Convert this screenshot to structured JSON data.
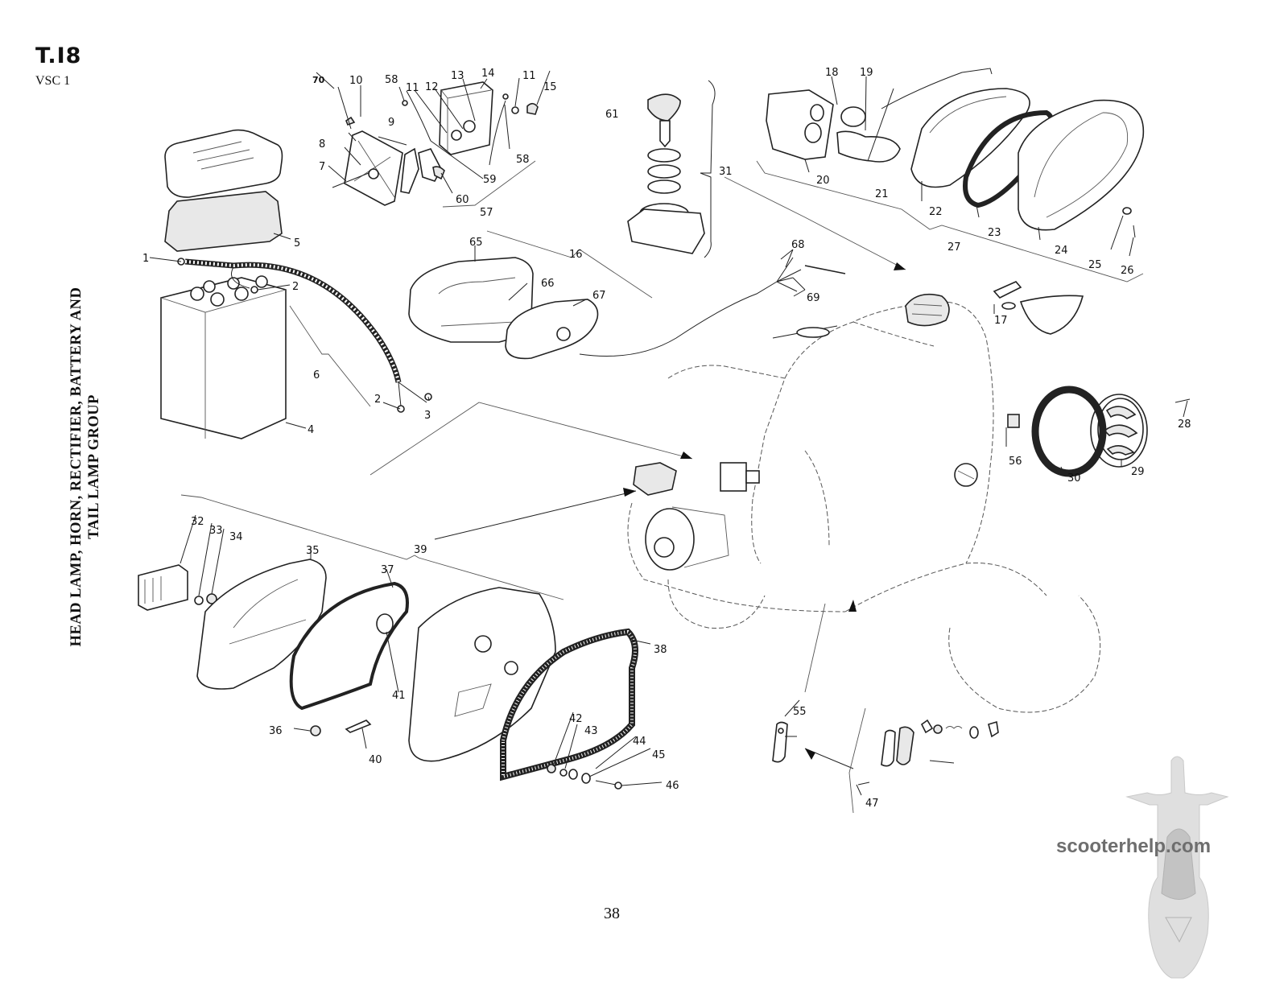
{
  "header": {
    "plate_code": "T.I8",
    "model": "VSC 1"
  },
  "side_title": {
    "line1": "HEAD LAMP, HORN, RECTIFIER, BATTERY AND",
    "line2": "TAIL LAMP GROUP"
  },
  "page_number": "38",
  "watermark": "scooterhelp.com",
  "callouts": {
    "c1": "1",
    "c2a": "2",
    "c2b": "2",
    "c3": "3",
    "c4": "4",
    "c5": "5",
    "c6": "6",
    "c7": "7",
    "c8": "8",
    "c9": "9",
    "c10": "10",
    "c11a": "11",
    "c11b": "11",
    "c12": "12",
    "c13": "13",
    "c14": "14",
    "c15": "15",
    "c16": "16",
    "c17": "17",
    "c18": "18",
    "c19": "19",
    "c20": "20",
    "c21": "21",
    "c22": "22",
    "c23": "23",
    "c24": "24",
    "c25": "25",
    "c26": "26",
    "c27": "27",
    "c28": "28",
    "c29": "29",
    "c30": "30",
    "c31": "31",
    "c32": "32",
    "c33": "33",
    "c34": "34",
    "c35": "35",
    "c36": "36",
    "c37": "37",
    "c38": "38",
    "c39": "39",
    "c40": "40",
    "c41": "41",
    "c42": "42",
    "c43": "43",
    "c44": "44",
    "c45": "45",
    "c46": "46",
    "c47": "47",
    "c55": "55",
    "c56": "56",
    "c57": "57",
    "c58a": "58",
    "c58b": "58",
    "c59": "59",
    "c60": "60",
    "c61": "61",
    "c65": "65",
    "c66": "66",
    "c67": "67",
    "c68": "68",
    "c69": "69",
    "c70": "70"
  },
  "parts": [
    "battery-cover",
    "battery-seal",
    "battery",
    "battery-cables",
    "rectifier",
    "ignition-switch",
    "speedometer-bulbs",
    "headlamp-reflector",
    "headlamp-rim",
    "tail-lamp-wiring",
    "horn",
    "horn-gasket",
    "tail-lamp-lens",
    "tail-lamp-body",
    "tail-lamp-gasket",
    "stop-switch",
    "scooter-outline"
  ]
}
